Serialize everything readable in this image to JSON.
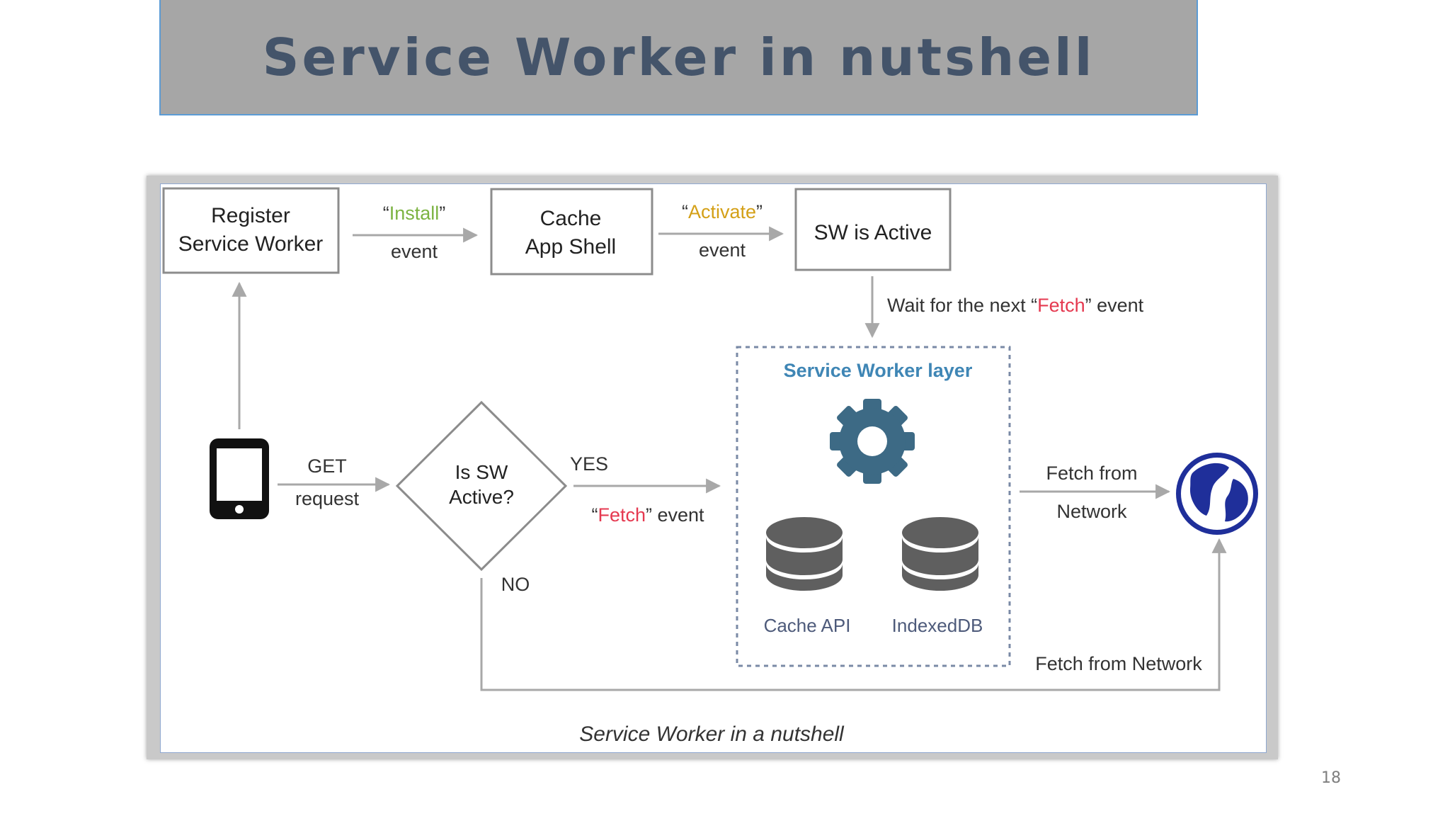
{
  "slide": {
    "title": "Service Worker in nutshell",
    "page_number": "18"
  },
  "diagram": {
    "nodes": {
      "register_line1": "Register",
      "register_line2": "Service Worker",
      "cache_line1": "Cache",
      "cache_line2": "App Shell",
      "active": "SW is Active",
      "decision_line1": "Is SW",
      "decision_line2": "Active?"
    },
    "edges": {
      "install_quote_open": "“",
      "install_word": "Install",
      "install_quote_close": "”",
      "install_event": "event",
      "activate_quote_open": "“",
      "activate_word": "Activate",
      "activate_quote_close": "”",
      "activate_event": "event",
      "wait_prefix": "Wait for the next “",
      "wait_fetch": "Fetch",
      "wait_suffix": "” event",
      "get": "GET",
      "request": "request",
      "yes": "YES",
      "fetch_quote_open": "“",
      "fetch_word": "Fetch",
      "fetch_suffix": "” event",
      "no": "NO",
      "fetch_from": "Fetch from",
      "network": "Network",
      "fetch_from_network": "Fetch from Network"
    },
    "sw_layer": {
      "title": "Service Worker layer",
      "cache_api": "Cache API",
      "indexeddb": "IndexedDB"
    },
    "caption": "Service Worker in a nutshell",
    "icons": [
      "phone-icon",
      "gear-icon",
      "database-icon",
      "globe-icon"
    ],
    "colors": {
      "install": "#7cb342",
      "activate": "#d4a017",
      "fetch": "#e53950",
      "layer_title": "#3f86b5",
      "gear": "#3d6a85",
      "database": "#5f5f5f",
      "globe": "#1f2f9a",
      "db_label": "#4d5a7a"
    }
  }
}
